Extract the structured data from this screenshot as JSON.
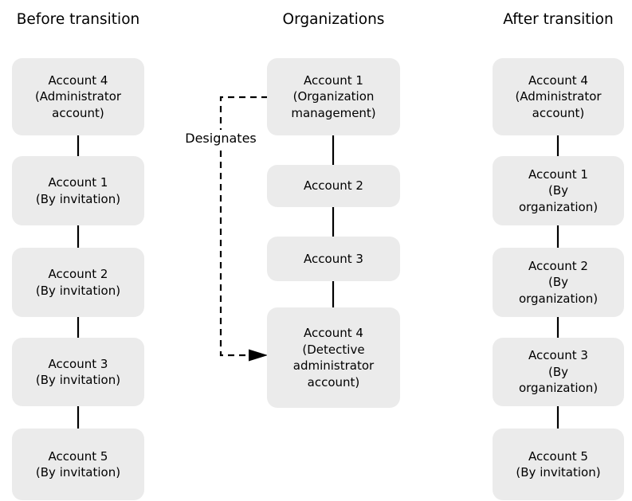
{
  "diagram": {
    "columns": [
      {
        "title": "Before transition",
        "boxes": [
          {
            "label": "Account 4\n(Administrator\naccount)"
          },
          {
            "label": "Account 1\n(By invitation)"
          },
          {
            "label": "Account 2\n(By invitation)"
          },
          {
            "label": "Account 3\n(By invitation)"
          },
          {
            "label": "Account 5\n(By invitation)"
          }
        ]
      },
      {
        "title": "Organizations",
        "boxes": [
          {
            "label": "Account 1\n(Organization\nmanagement)"
          },
          {
            "label": "Account 2"
          },
          {
            "label": "Account 3"
          },
          {
            "label": "Account 4\n(Detective\nadministrator\naccount)"
          }
        ]
      },
      {
        "title": "After transition",
        "boxes": [
          {
            "label": "Account 4\n(Administrator\naccount)"
          },
          {
            "label": "Account 1\n(By\norganization)"
          },
          {
            "label": "Account 2\n(By\norganization)"
          },
          {
            "label": "Account 3\n(By\norganization)"
          },
          {
            "label": "Account 5\n(By invitation)"
          }
        ]
      }
    ],
    "arrow_label": "Designates",
    "colors": {
      "background": "#ffffff",
      "box_fill": "#ebebeb",
      "text": "#000000",
      "line": "#000000"
    }
  }
}
